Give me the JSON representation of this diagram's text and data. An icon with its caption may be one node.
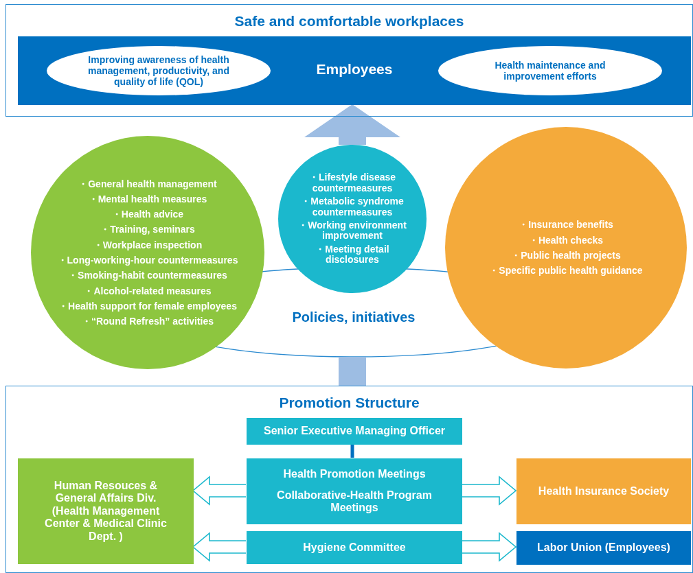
{
  "diagram": {
    "nodes": [
      {
        "text": [
          "Safe and comfortable workplaces"
        ]
      },
      {
        "text": [
          "Employees"
        ],
        "in": 0
      },
      {
        "text": [
          "Improving awareness of health management, productivity, and quality of life (QOL)"
        ],
        "in": 1
      },
      {
        "text": [
          "Health maintenance and improvement efforts"
        ],
        "in": 1
      },
      {
        "text": [
          "・General health management",
          "・Mental health measures",
          "・Health advice",
          "・Training, seminars",
          "・Workplace inspection",
          "・Long-working-hour countermeasures",
          "・Smoking-habit countermeasures",
          "・Alcohol-related measures",
          "・Health support for female employees",
          "・“Round Refresh” activities"
        ]
      },
      {
        "text": [
          "・Lifestyle disease countermeasures",
          "・Metabolic syndrome countermeasures",
          "・Working environment improvement",
          "・Meeting detail disclosures"
        ]
      },
      {
        "text": [
          "・Insurance benefits",
          "・Health checks",
          "・Public health projects",
          "・Specific public health guidance"
        ]
      },
      {
        "text": [
          "Policies, initiatives"
        ]
      },
      {
        "text": [
          "Promotion Structure"
        ]
      },
      {
        "text": [
          "Senior Executive Managing Officer"
        ],
        "in": 8
      },
      {
        "text": [
          "Health Promotion Meetings",
          "Collaborative-Health Program Meetings"
        ],
        "in": 8
      },
      {
        "text": [
          "Human Resouces & General Affairs Div. (Health Management Center & Medical Clinic Dept. )"
        ],
        "in": 8
      },
      {
        "text": [
          "Health Insurance Society"
        ],
        "in": 8
      },
      {
        "text": [
          "Hygiene Committee"
        ],
        "in": 8
      },
      {
        "text": [
          "Labor Union (Employees)"
        ],
        "in": 8
      }
    ],
    "edges": [
      {
        "from": 8,
        "to": 7,
        "arrow": "none",
        "style": "thick",
        "color": "#9dbde3"
      },
      {
        "from": 5,
        "to": 1,
        "arrow": "to",
        "style": "thick",
        "color": "#9dbde3"
      },
      {
        "from": 9,
        "to": 10,
        "arrow": "none",
        "style": "thick",
        "color": "#0070c0"
      },
      {
        "from": 10,
        "to": 11,
        "arrow": "to"
      },
      {
        "from": 10,
        "to": 12,
        "arrow": "to"
      },
      {
        "from": 13,
        "to": 11,
        "arrow": "to"
      },
      {
        "from": 13,
        "to": 14,
        "arrow": "to"
      }
    ]
  }
}
